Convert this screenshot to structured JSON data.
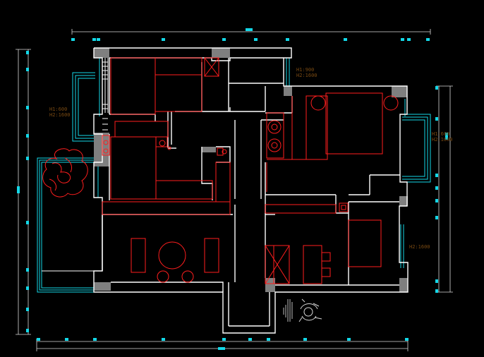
{
  "drawing": {
    "background": "#000000",
    "colors": {
      "wall": "#ffffff",
      "furniture": "#ff1e1e",
      "window": "#13d8e8",
      "dimension": "#d8d8d8",
      "column": "#7f7f7f",
      "label": "#7a4a12"
    },
    "annotations": [
      {
        "id": "west-window-h",
        "text": "H1:600"
      },
      {
        "id": "west-window-h2",
        "text": "H2:1600"
      },
      {
        "id": "north-window-h",
        "text": "H1:900"
      },
      {
        "id": "north-window-h2",
        "text": "H2:1600"
      },
      {
        "id": "east-window-h",
        "text": "H1:600"
      },
      {
        "id": "east-window-h2",
        "text": "H2:1600"
      },
      {
        "id": "south-window-h",
        "text": "H2:1600"
      }
    ],
    "icons": [
      "north-arrow-icon",
      "person-figure-icon",
      "plant-icon"
    ]
  }
}
